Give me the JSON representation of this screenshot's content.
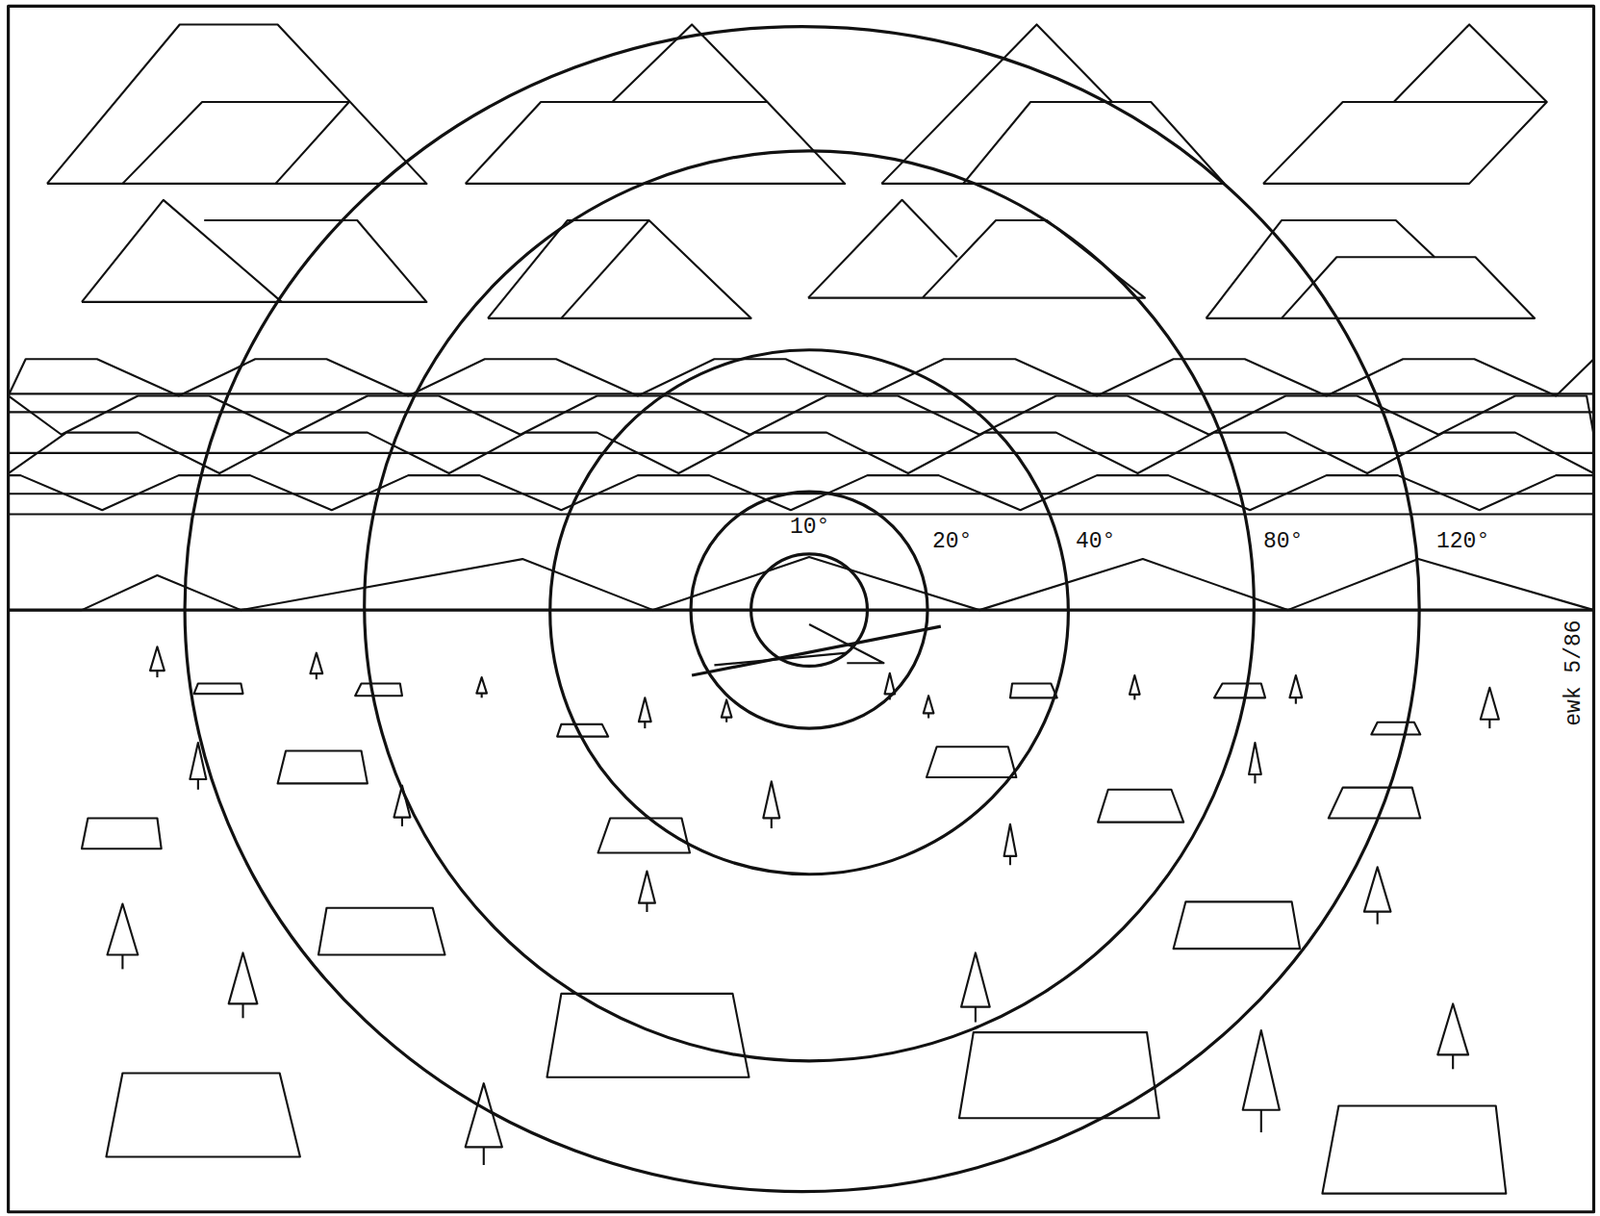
{
  "diagram": {
    "labels": [
      "10°",
      "20°",
      "40°",
      "80°",
      "120°",
      "ewk 5/86"
    ]
  }
}
